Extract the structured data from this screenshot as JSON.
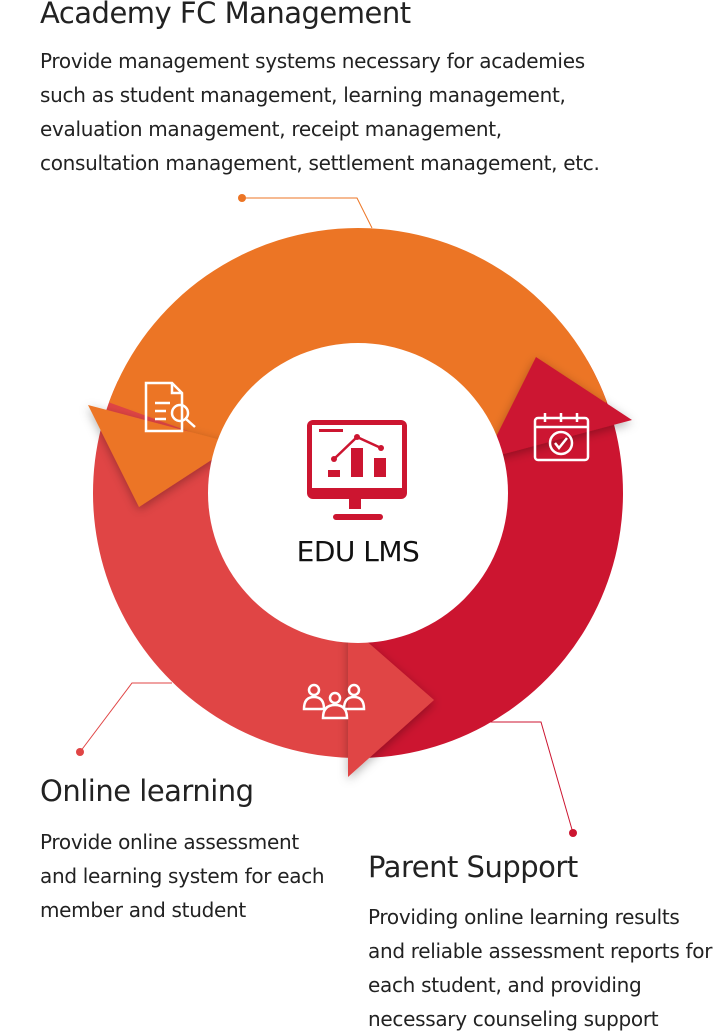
{
  "center": {
    "label": "EDU LMS"
  },
  "sections": [
    {
      "title": "Academy FC Management",
      "description": "Provide management systems necessary for academies such as student management, learning management, evaluation management, receipt management, consultation management, settlement management, etc."
    },
    {
      "title": "Online learning",
      "description": "Provide online assessment and learning system for each member and student"
    },
    {
      "title": "Parent Support",
      "description": "Providing online learning results and reliable assessment reports for each student, and providing necessary counseling support"
    }
  ],
  "colors": {
    "orange": "#ec7525",
    "light_red": "#e04545",
    "dark_red": "#cc1530",
    "leader": "#e0453f"
  },
  "icons": [
    "document-search-icon",
    "calendar-check-icon",
    "group-icon",
    "monitor-chart-icon"
  ]
}
